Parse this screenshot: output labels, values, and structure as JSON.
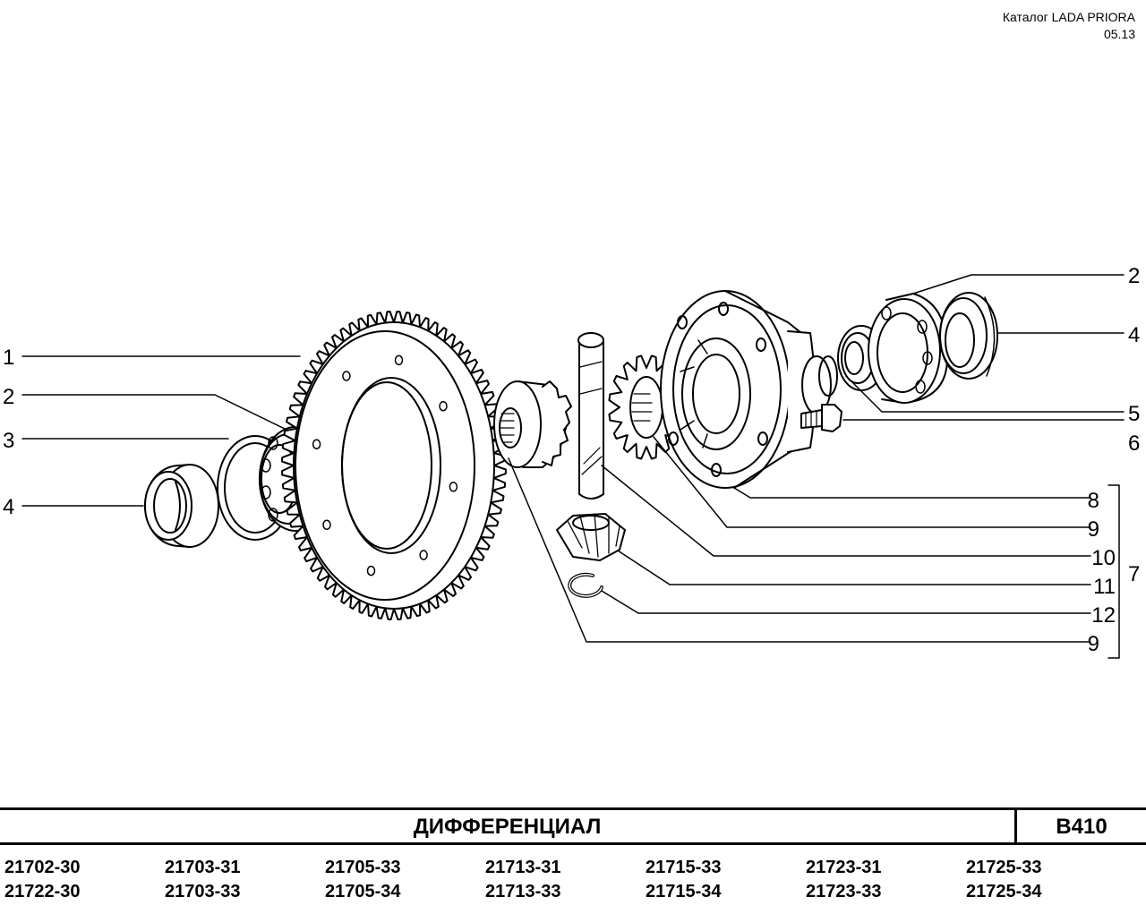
{
  "header": {
    "catalog": "Каталог  LADA  PRIORA",
    "date": "05.13"
  },
  "callouts": [
    "1",
    "2",
    "3",
    "4",
    "2",
    "4",
    "5",
    "6",
    "8",
    "9",
    "10",
    "11",
    "12",
    "9",
    "7"
  ],
  "title": {
    "name": "ДИФФЕРЕНЦИАЛ",
    "code": "В410"
  },
  "models": [
    [
      "21702-30",
      "21703-31",
      "21705-33",
      "21713-31",
      "21715-33",
      "21723-31",
      "21725-33"
    ],
    [
      "21722-30",
      "21703-33",
      "21705-34",
      "21713-33",
      "21715-34",
      "21723-33",
      "21725-34"
    ]
  ]
}
